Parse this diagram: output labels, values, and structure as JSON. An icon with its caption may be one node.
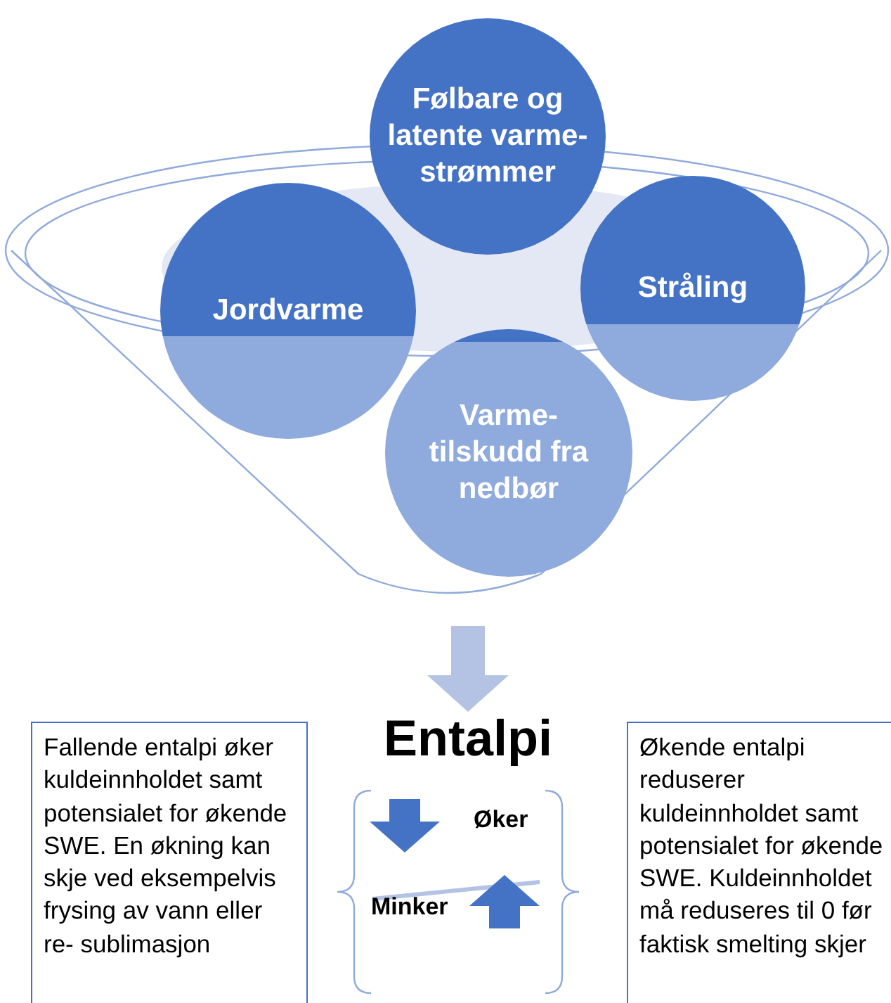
{
  "diagram": {
    "nodes": [
      {
        "text": [],
        "shape": "funnel"
      },
      {
        "text": [
          "Følbare og latente varme- strømmer"
        ]
      },
      {
        "text": [
          "Jordvarme"
        ],
        "in": 0
      },
      {
        "text": [
          "Stråling"
        ],
        "in": 0
      },
      {
        "text": [
          "Varme- tilskudd fra nedbør"
        ],
        "in": 0
      },
      {
        "text": [
          "Entalpi"
        ]
      },
      {
        "text": [
          "Fallende entalpi øker kuldeinnholdet samt potensialet for økende SWE. En økning kan skje ved eksempelvis frysing av vann eller re- sublimasjon"
        ]
      },
      {
        "text": [
          "Økende entalpi reduserer kuldeinnholdet samt potensialet for økende SWE. Kuldeinnholdet må reduseres til 0 før faktisk smelting skjer"
        ]
      }
    ],
    "edges": [
      {
        "from": 0,
        "to": 5,
        "arrow": "to"
      }
    ],
    "labels": [
      "Øker",
      "Minker"
    ]
  }
}
